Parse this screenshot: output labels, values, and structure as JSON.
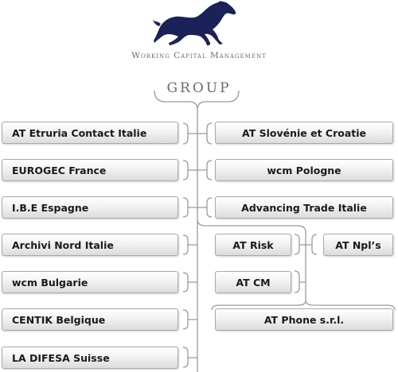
{
  "header": {
    "company_name": "Working Capital Management",
    "group_title": "GROUP"
  },
  "left_entities": [
    "AT Etruria Contact Italie",
    "EUROGEC France",
    "I.B.E Espagne",
    "Archivi Nord Italie",
    "wcm Bulgarie",
    "CENTIK Belgique",
    "LA DIFESA Suisse"
  ],
  "right_entities": {
    "slovenie": "AT Slovénie et Croatie",
    "pologne": "wcm Pologne",
    "advancing": "Advancing Trade Italie",
    "risk": "AT Risk",
    "npl": "AT Npl’s",
    "cm": "AT CM",
    "phone": "AT Phone s.r.l."
  },
  "colors": {
    "logo_horse": "#1b2259",
    "line": "#9a9a9a"
  }
}
